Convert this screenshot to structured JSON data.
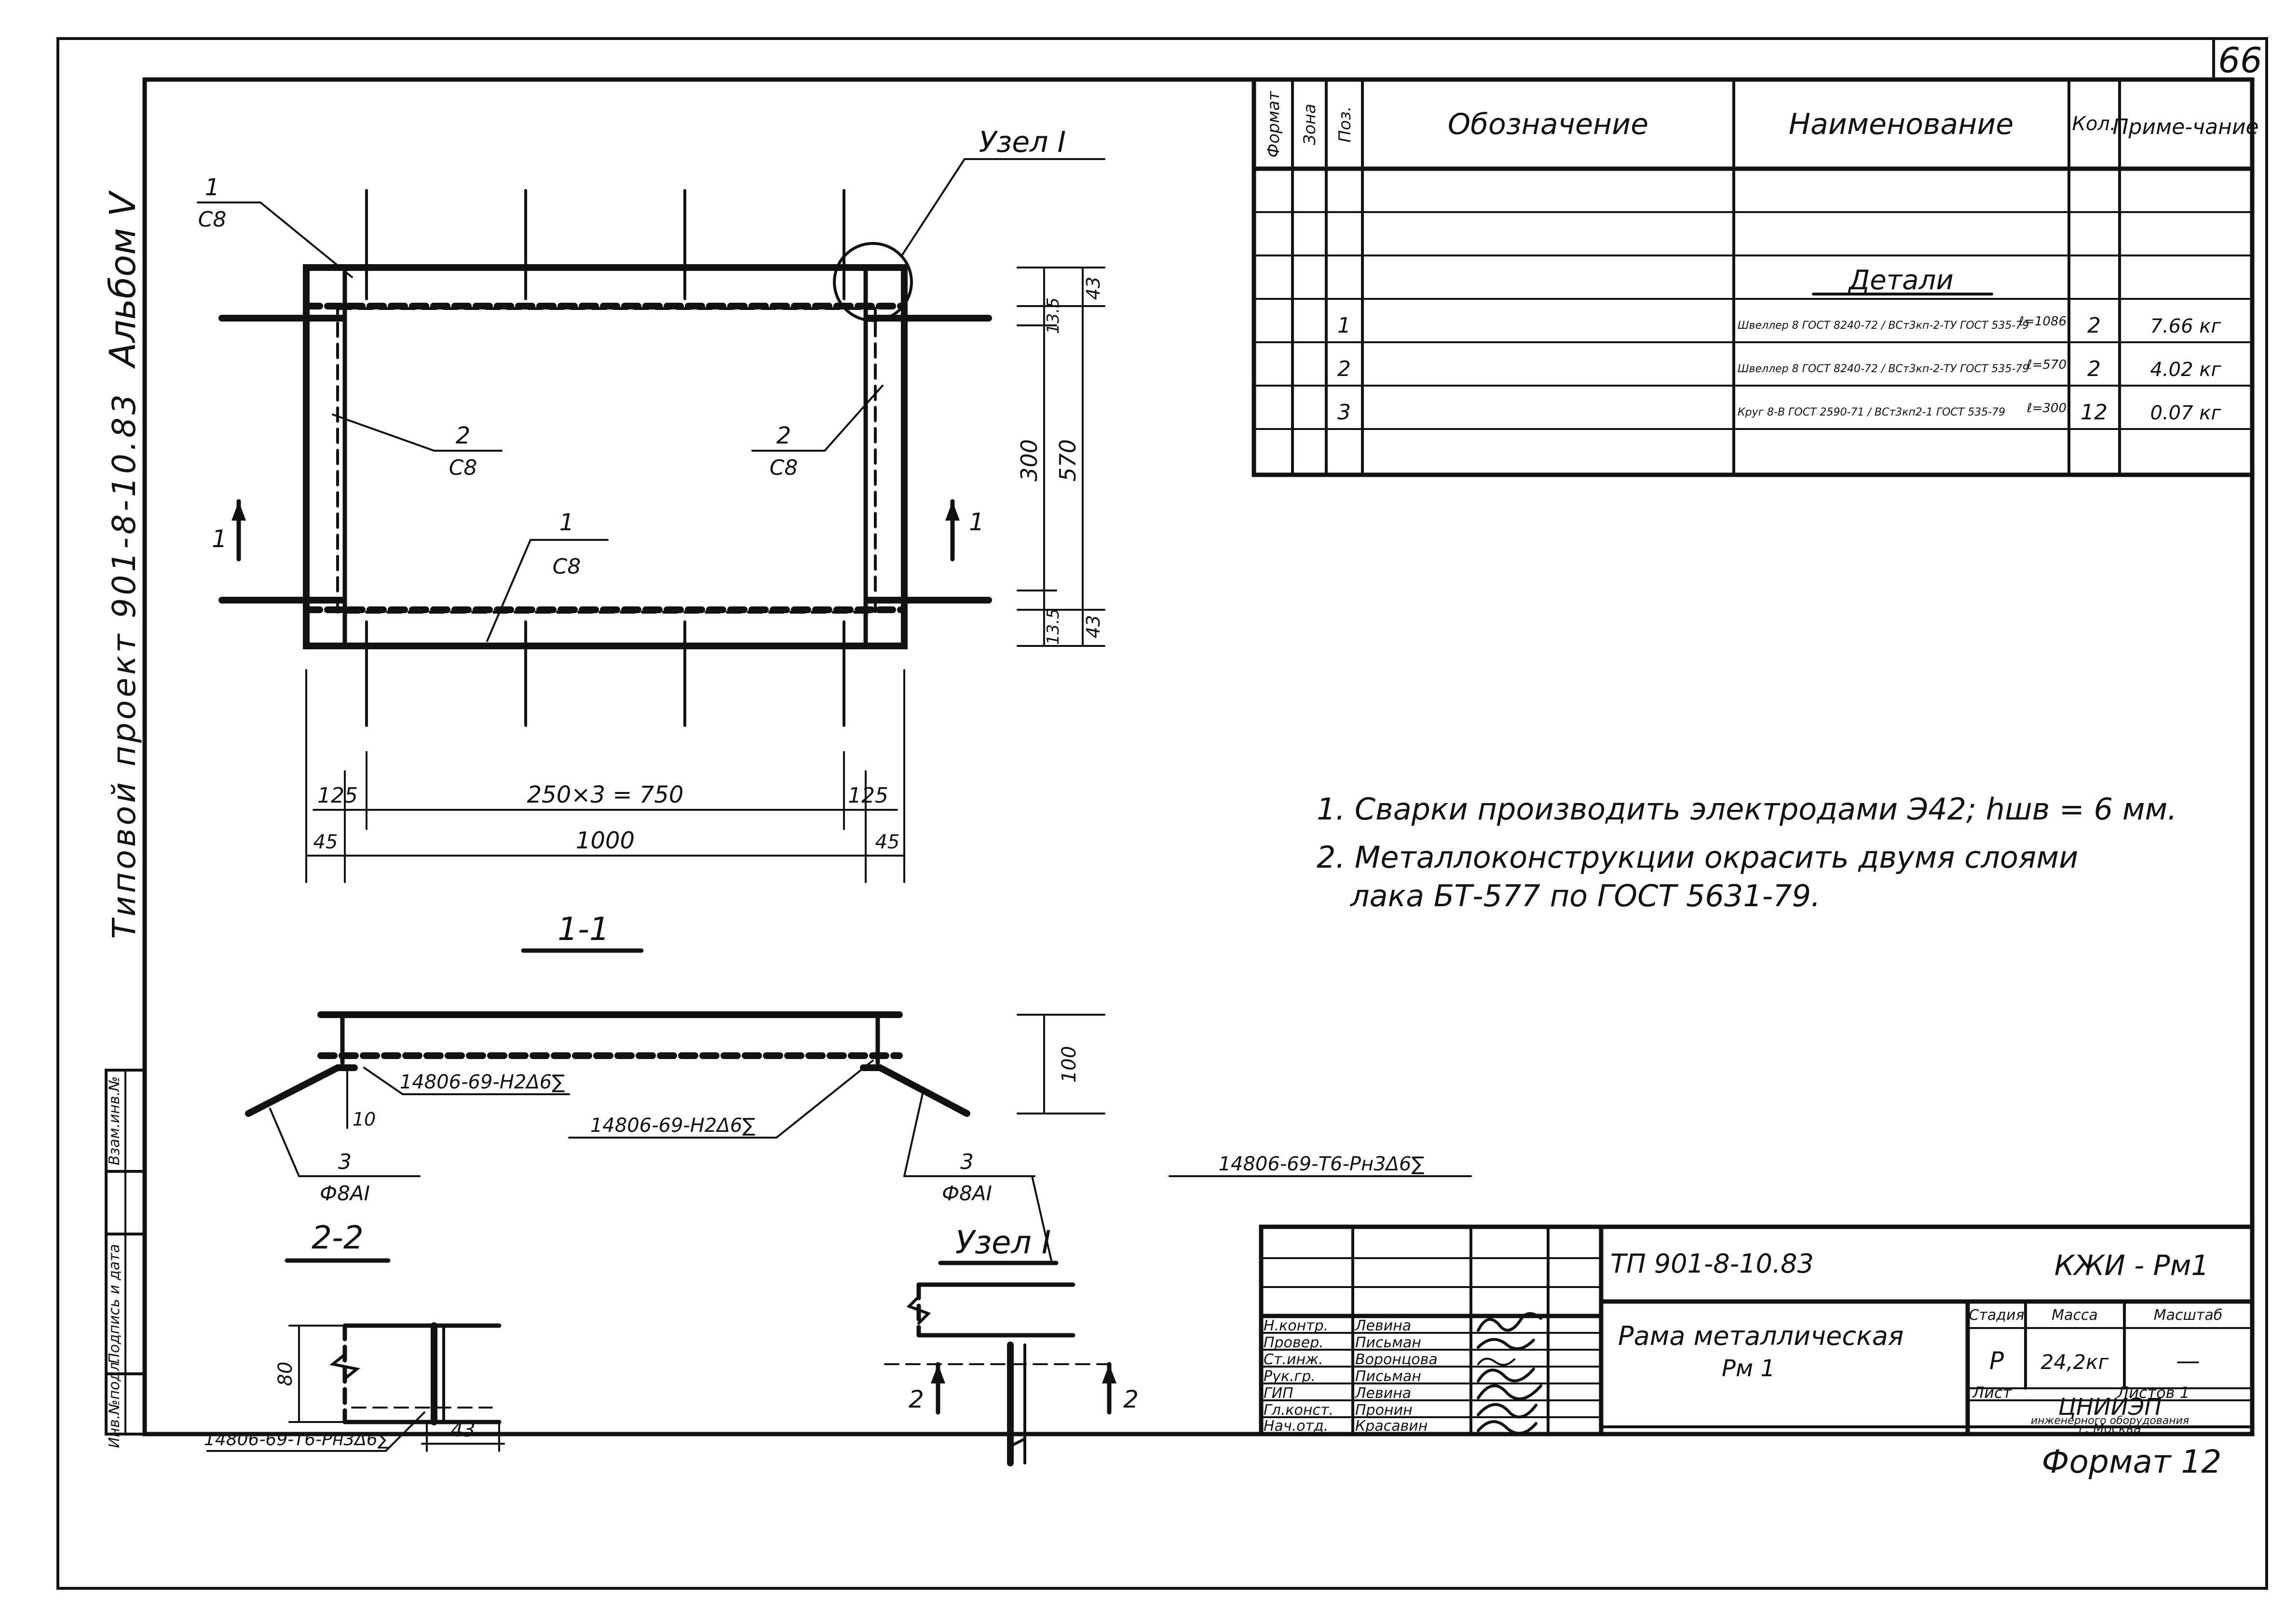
{
  "sheet": {
    "number": "66",
    "format": "Формат 12"
  },
  "side_labels": {
    "album": "Альбом V",
    "project": "Типовой проект 901-8-10.83",
    "boxes": [
      "Инв.№подл.",
      "Подпись и дата",
      "Взам.инв.№"
    ]
  },
  "spec_table": {
    "headers": [
      "Формат",
      "Зона",
      "Поз.",
      "Обозначение",
      "Наименование",
      "Кол.",
      "Приме-чание"
    ],
    "section": "Детали",
    "rows": [
      {
        "pos": "1",
        "name": "Швеллер 8 ГОСТ 8240-72 / ВСт3кп-2-ТУ ГОСТ 535-79",
        "length": "ℓ=1086",
        "qty": "2",
        "note": "7.66 кг"
      },
      {
        "pos": "2",
        "name": "Швеллер 8 ГОСТ 8240-72 / ВСт3кп-2-ТУ ГОСТ 535-79",
        "length": "ℓ=570",
        "qty": "2",
        "note": "4.02 кг"
      },
      {
        "pos": "3",
        "name": "Круг 8-В ГОСТ 2590-71 / ВСт3кп2-1 ГОСТ 535-79",
        "length": "ℓ=300",
        "qty": "12",
        "note": "0.07 кг"
      }
    ]
  },
  "notes": [
    "1. Сварки производить электродами Э42; hшв = 6 мм.",
    "2. Металлоконструкции окрасить двумя слоями",
    "лака БТ-577 по ГОСТ 5631-79."
  ],
  "plan": {
    "node_label": "Узел I",
    "callouts": {
      "c1_top": "1",
      "c1_bot": "С8",
      "c2_num": "2",
      "c2_sub": "С8",
      "c3_num": "2",
      "c3_sub": "С8",
      "c4_num": "1",
      "c4_sub": "С8"
    },
    "section_marks": [
      "1",
      "1"
    ],
    "dims": {
      "d43a": "43",
      "d135a": "13.5",
      "d300": "300",
      "d570": "570",
      "d135b": "13.5",
      "d43b": "43",
      "d125a": "125",
      "d250": "250×3 = 750",
      "d125b": "125",
      "d45a": "45",
      "d1000": "1000",
      "d45b": "45"
    }
  },
  "section_1_1": {
    "title": "1-1",
    "weld_1": "14806-69-Н2Δ6∑",
    "weld_2": "14806-69-Н2Δ6∑",
    "weld_3": "14806-69-Т6-Рн3Δ6∑",
    "dim_10": "10",
    "dim_100": "100",
    "pos_left": "3",
    "pos_left_sub": "Ф8АI",
    "pos_right": "3",
    "pos_right_sub": "Ф8АI"
  },
  "section_2_2": {
    "title": "2-2",
    "dim_80": "80",
    "dim_43": "43",
    "weld": "14806-69-Т6-Рн3Δ6∑"
  },
  "node_1": {
    "title": "Узел I",
    "marks": [
      "2",
      "2"
    ]
  },
  "title_block": {
    "code": "ТП 901-8-10.83",
    "mark": "КЖИ - Рм1",
    "name_line1": "Рама металлическая",
    "name_line2": "Рм 1",
    "stage_h": "Стадия",
    "mass_h": "Масса",
    "scale_h": "Масштаб",
    "stage": "Р",
    "mass": "24,2кг",
    "scale": "—",
    "sheet_h": "Лист",
    "sheets_h": "Листов 1",
    "org1": "ЦНИИЭП",
    "org2": "инженерного оборудования",
    "org3": "г. Москва",
    "staff": [
      {
        "role": "Н.контр.",
        "name": "Левина"
      },
      {
        "role": "Провер.",
        "name": "Письман"
      },
      {
        "role": "Ст.инж.",
        "name": "Воронцова"
      },
      {
        "role": "Рук.гр.",
        "name": "Письман"
      },
      {
        "role": "ГИП",
        "name": "Левина"
      },
      {
        "role": "Гл.конст.",
        "name": "Пронин"
      },
      {
        "role": "Нач.отд.",
        "name": "Красавин"
      }
    ]
  }
}
